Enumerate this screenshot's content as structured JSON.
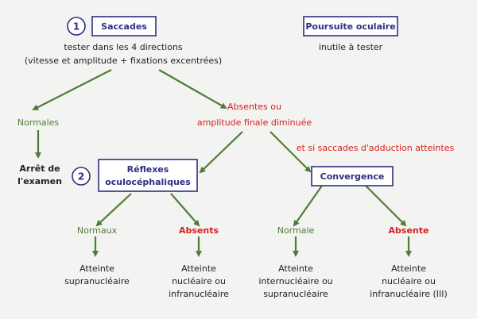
{
  "saccades": {
    "number": "1",
    "title": "Saccades",
    "line1": "tester dans les 4 directions",
    "line2": "(vitesse et amplitude + fixations excentrées)"
  },
  "pursuit": {
    "title": "Poursuite oculaire",
    "note": "inutile à tester"
  },
  "normal_left": "Normales",
  "stop": {
    "line1": "Arrêt de",
    "line2": "l'examen"
  },
  "absent_mid": {
    "line1": "Absentes ou",
    "line2": "amplitude finale diminuée"
  },
  "adduction_note": "et si saccades d'adduction atteintes",
  "reflexes": {
    "number": "2",
    "line1": "Réflexes",
    "line2": "oculocéphaliques"
  },
  "convergence": {
    "title": "Convergence"
  },
  "outcomes": {
    "normaux": "Normaux",
    "absents": "Absents",
    "normale": "Normale",
    "absente": "Absente"
  },
  "results": {
    "r1": {
      "line1": "Atteinte",
      "line2": "supranucléaire"
    },
    "r2": {
      "line1": "Atteinte",
      "line2": "nucléaire ou",
      "line3": "infranucléaire"
    },
    "r3": {
      "line1": "Atteinte",
      "line2": "internucléaire ou",
      "line3": "supranucléaire"
    },
    "r4": {
      "line1": "Atteinte",
      "line2": "nucléaire ou",
      "line3": "infranucléaire (III)"
    }
  },
  "colors": {
    "box_border": "#2e2e82",
    "arrow": "#4e7d3a",
    "absent_text": "#d6211f",
    "normal_text": "#4e7d3a"
  }
}
